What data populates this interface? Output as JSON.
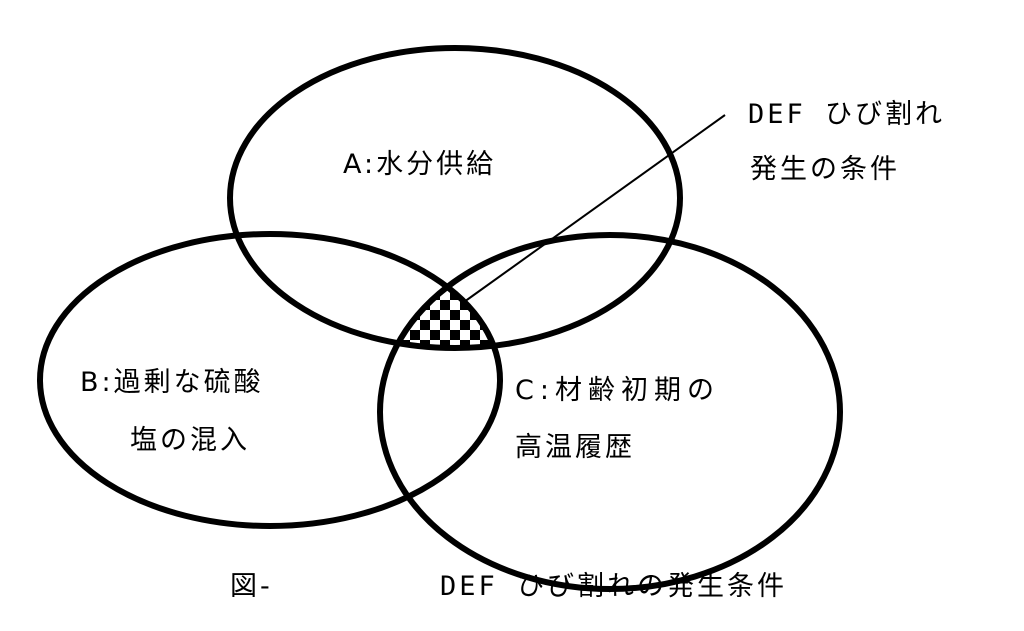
{
  "sets": {
    "a": {
      "label": "A:水分供給"
    },
    "b": {
      "label_line1": "B:過剰な硫酸",
      "label_line2": "塩の混入"
    },
    "c": {
      "label_line1": "C:材齢初期の",
      "label_line2": "高温履歴"
    }
  },
  "callout": {
    "line1": "DEF ひび割れ",
    "line2": "発生の条件"
  },
  "caption": {
    "prefix": "図-",
    "text": "DEF ひび割れの発生条件"
  }
}
